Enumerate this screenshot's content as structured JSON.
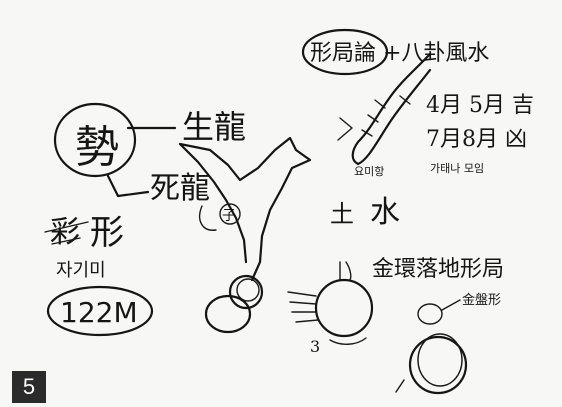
{
  "figure_number": "5",
  "sketch_texts": {
    "seal_char": "勢",
    "living_dragon": "生龍",
    "dead_dragon": "死龍",
    "xing_left": "彩",
    "xing_right": "形",
    "korean_left": "자기미",
    "distance": "122M",
    "small_circle_char": "子",
    "wuxing": "土",
    "equals_water": "水",
    "title_right": "形局論 +八卦風水",
    "dates_line1": "4月 5月 吉",
    "dates_line2": "7月8月 凶",
    "korean_small_1": "요미항",
    "korean_small_2": "가태나 모임",
    "gold_title": "金環落地形局",
    "gold_plate_label": "金盤形",
    "small_num": "3"
  }
}
